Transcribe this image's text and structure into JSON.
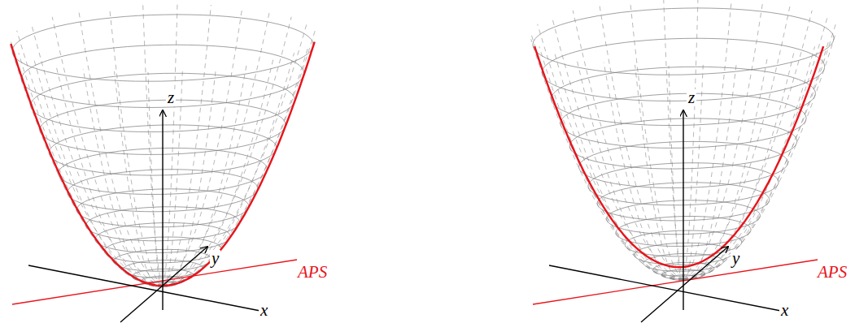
{
  "diagram": {
    "labels": [
      "z",
      "y",
      "x",
      "APS",
      "z",
      "y",
      "x",
      "APS"
    ]
  }
}
